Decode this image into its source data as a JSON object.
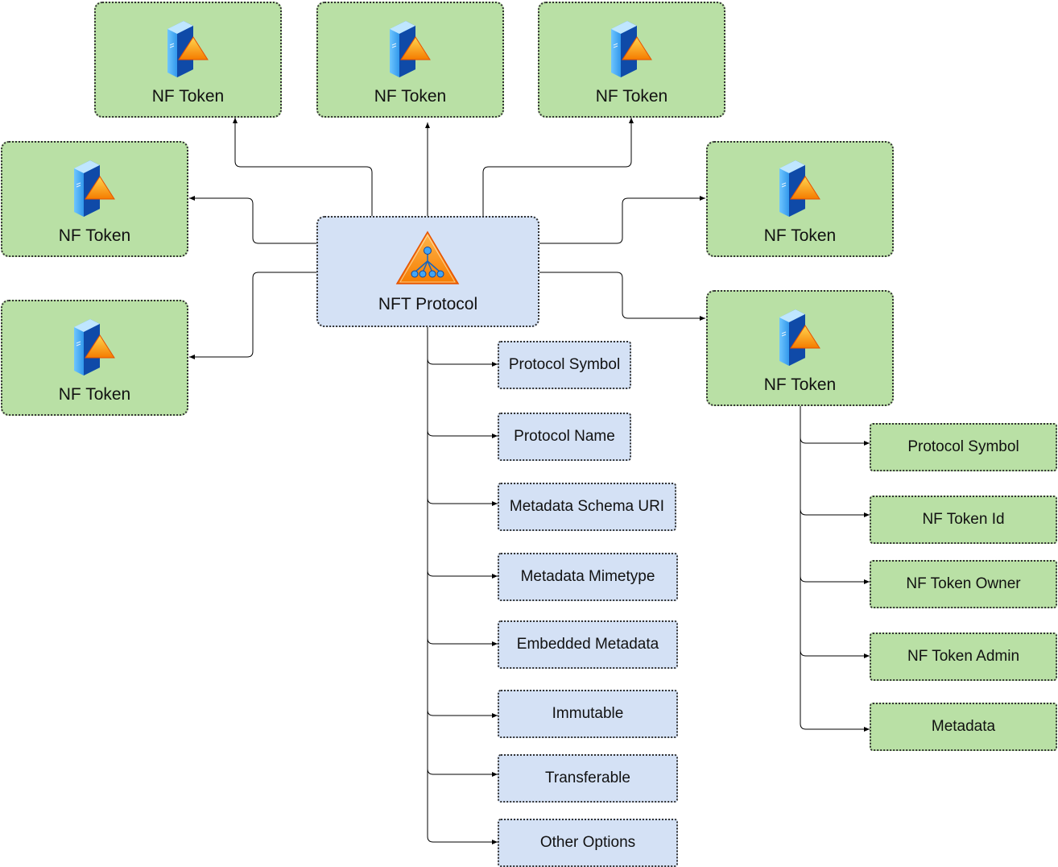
{
  "protocol": {
    "label": "NFT Protocol",
    "icon": "warning-triangle-network-icon"
  },
  "tokens": [
    {
      "label": "NF Token",
      "icon": "server-warning-icon"
    },
    {
      "label": "NF Token",
      "icon": "server-warning-icon"
    },
    {
      "label": "NF Token",
      "icon": "server-warning-icon"
    },
    {
      "label": "NF Token",
      "icon": "server-warning-icon"
    },
    {
      "label": "NF Token",
      "icon": "server-warning-icon"
    },
    {
      "label": "NF Token",
      "icon": "server-warning-icon"
    },
    {
      "label": "NF Token",
      "icon": "server-warning-icon"
    }
  ],
  "protocol_fields": [
    "Protocol Symbol",
    "Protocol Name",
    "Metadata Schema URI",
    "Metadata Mimetype",
    "Embedded Metadata",
    "Immutable",
    "Transferable",
    "Other Options"
  ],
  "token_fields": [
    "Protocol Symbol",
    "NF Token Id",
    "NF Token Owner",
    "NF Token Admin",
    "Metadata"
  ],
  "colors": {
    "token_fill": "#b9e0a5",
    "protocol_fill": "#d4e1f5",
    "border": "#333333",
    "icon_orange": "#f7941d",
    "icon_blue": "#1e88e5"
  }
}
